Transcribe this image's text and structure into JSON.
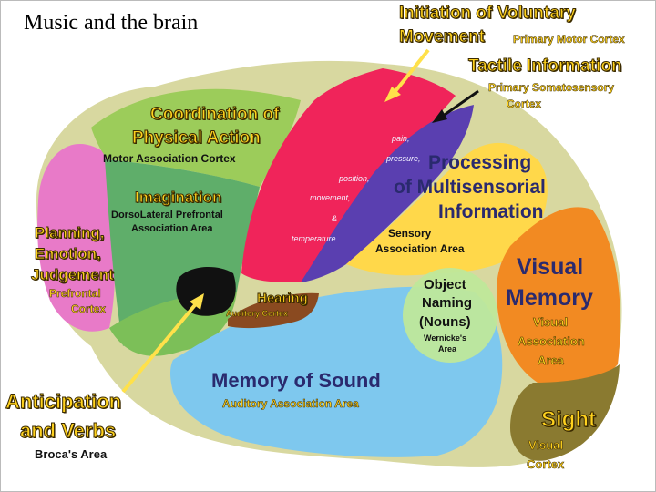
{
  "slide": {
    "title": "Music and the brain"
  },
  "diagram": {
    "voluntary": {
      "title_l1": "Initiation of Voluntary",
      "title_l2": "Movement",
      "area": "Primary Motor Cortex"
    },
    "tactile": {
      "title": "Tactile Information",
      "area_l1": "Primary Somatosensory",
      "area_l2": "Cortex"
    },
    "coordination": {
      "title_l1": "Coordination of",
      "title_l2": "Physical Action",
      "area": "Motor Association Cortex"
    },
    "imagination": {
      "title": "Imagination",
      "area_l1": "DorsoLateral Prefrontal",
      "area_l2": "Association Area"
    },
    "planning": {
      "line1": "Planning,",
      "line2": "Emotion,",
      "line3": "Judgement",
      "area_l1": "Prefrontal",
      "area_l2": "Cortex"
    },
    "somatosensory_items": [
      "pain,",
      "pressure,",
      "position,",
      "movement,",
      "&",
      "temperature"
    ],
    "multisensory": {
      "line1": "Processing",
      "line2": "of Multisensorial",
      "line3": "Information",
      "area_l1": "Sensory",
      "area_l2": "Association Area"
    },
    "visual_memory": {
      "line1": "Visual",
      "line2": "Memory",
      "area_l1": "Visual",
      "area_l2": "Association",
      "area_l3": "Area"
    },
    "object_naming": {
      "line1": "Object",
      "line2": "Naming",
      "line3": "(Nouns)",
      "area_l1": "Wernicke's",
      "area_l2": "Area"
    },
    "hearing": {
      "title": "Hearing",
      "area": "Auditory Cortex"
    },
    "memory_sound": {
      "title": "Memory of Sound",
      "area": "Auditory Association Area"
    },
    "anticipation": {
      "line1": "Anticipation",
      "line2": "and Verbs",
      "area": "Broca's Area"
    },
    "sight": {
      "title": "Sight",
      "area_l1": "Visual",
      "area_l2": "Cortex"
    }
  },
  "colors": {
    "motor_cortex": "#f0245a",
    "somatosensory": "#5a3fb0",
    "motor_association": "#8cc63f",
    "prefrontal_assoc": "#4caf6a",
    "prefrontal_cortex": "#e87ac8",
    "sensory_association": "#ffd84a",
    "visual_association": "#f28a22",
    "visual_cortex": "#8a7a30",
    "temporal": "#7ec8ee",
    "wernicke": "#bfe89a",
    "broca": "#111111",
    "auditory_cortex": "#8a4a20"
  }
}
